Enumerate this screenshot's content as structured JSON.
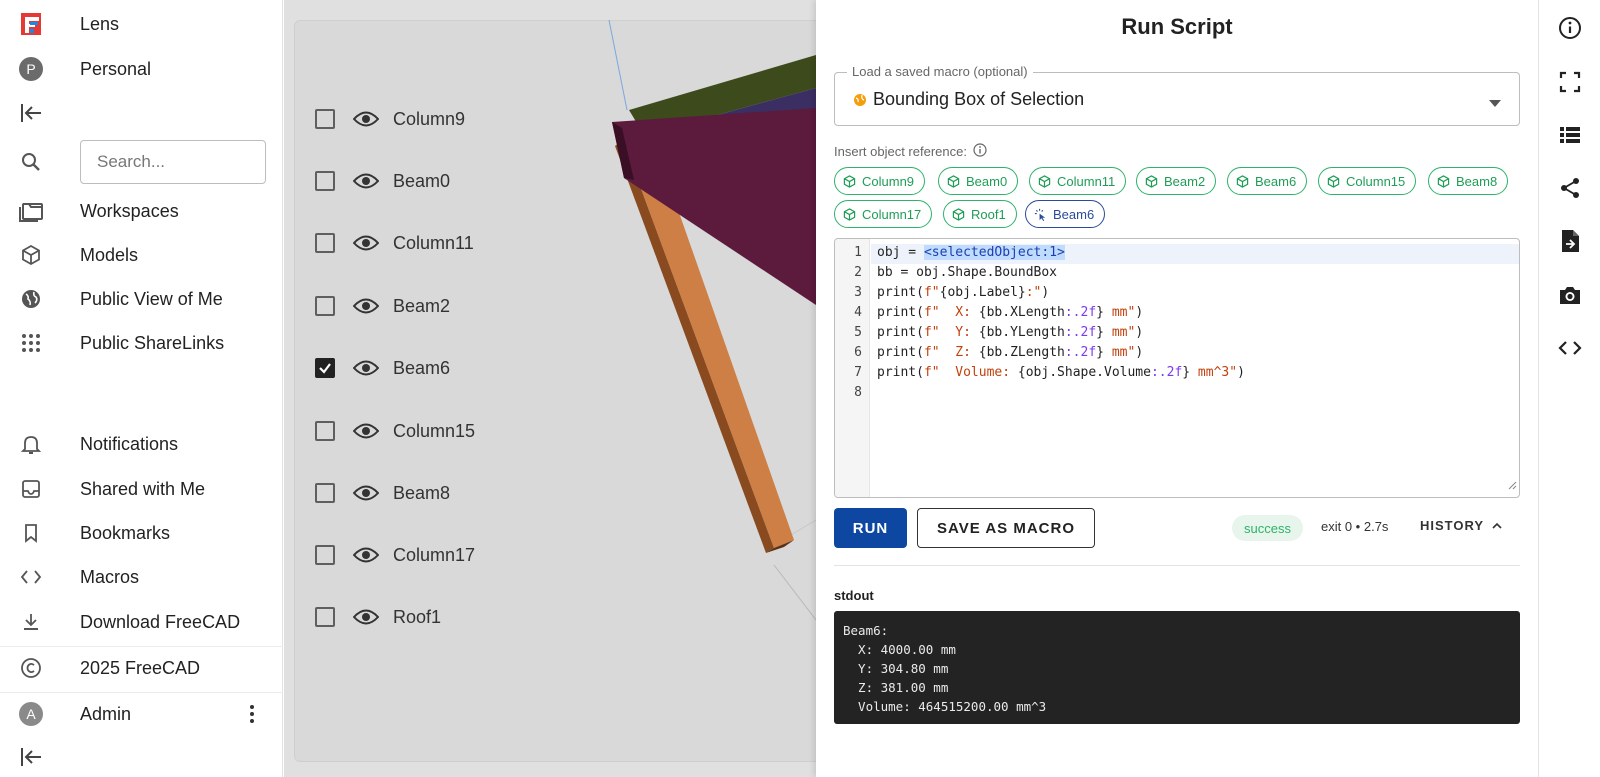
{
  "sidebar": {
    "app_name": "Lens",
    "user_initial": "P",
    "workspace": "Personal",
    "search_placeholder": "Search...",
    "nav": [
      "Workspaces",
      "Models",
      "Public View of Me",
      "Public ShareLinks"
    ],
    "nav2": [
      "Notifications",
      "Shared with Me",
      "Bookmarks",
      "Macros",
      "Download FreeCAD"
    ],
    "copyright": "2025 FreeCAD",
    "admin_initial": "A",
    "admin": "Admin"
  },
  "objects": [
    {
      "name": "Column9",
      "checked": false
    },
    {
      "name": "Beam0",
      "checked": false
    },
    {
      "name": "Column11",
      "checked": false
    },
    {
      "name": "Beam2",
      "checked": false
    },
    {
      "name": "Beam6",
      "checked": true
    },
    {
      "name": "Column15",
      "checked": false
    },
    {
      "name": "Beam8",
      "checked": false
    },
    {
      "name": "Column17",
      "checked": false
    },
    {
      "name": "Roof1",
      "checked": false
    }
  ],
  "panel": {
    "title": "Run Script",
    "macro_legend": "Load a saved macro (optional)",
    "macro_value": "Bounding Box of Selection",
    "ref_label": "Insert object reference:",
    "chips": [
      "Column9",
      "Beam0",
      "Column11",
      "Beam2",
      "Beam6",
      "Column15",
      "Beam8",
      "Column17",
      "Roof1",
      "Beam6"
    ],
    "line_numbers": [
      "1",
      "2",
      "3",
      "4",
      "5",
      "6",
      "7",
      "8"
    ],
    "run_label": "RUN",
    "save_label": "SAVE AS MACRO",
    "status": "success",
    "exit_info": "exit 0 • 2.7s",
    "history_label": "HISTORY",
    "stdout_label": "stdout",
    "stdout": "Beam6:\n  X: 4000.00 mm\n  Y: 304.80 mm\n  Z: 381.00 mm\n  Volume: 464515200.00 mm^3"
  },
  "code": {
    "l1_a": "obj = ",
    "l1_ref": "<selectedObject:1>",
    "l2": "bb = obj.Shape.BoundBox",
    "l3_a": "print(",
    "l3_s1": "f\"",
    "l3_b": "{obj.Label}",
    "l3_s2": ":\"",
    "l3_c": ")",
    "p": "print(",
    "f": "f\"",
    "l4_s": "  X: ",
    "l4_b": "{bb.XLength",
    "l5_s": "  Y: ",
    "l5_b": "{bb.YLength",
    "l6_s": "  Z: ",
    "l6_b": "{bb.ZLength",
    "fmt": ":.2f",
    "close": "}",
    "mm": " mm\"",
    "cp": ")",
    "l7_s": "  Volume: ",
    "l7_b": "{obj.Shape.Volume",
    "l7_mm": " mm^3\""
  }
}
